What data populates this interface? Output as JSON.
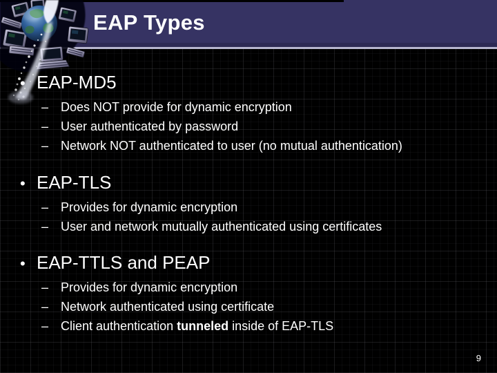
{
  "slide": {
    "title": "EAP Types",
    "page_number": "9",
    "bullet_char": "•",
    "dash_char": "–",
    "palette": {
      "background": "#000000",
      "header_bg": "#363363",
      "header_underline": "#b8b7cf",
      "text": "#ffffff",
      "grid_line": "#1c1c20"
    },
    "graphic": {
      "name": "computers-globe-stream",
      "description": "Montage of networked computers encircling a globe with a white data stream pouring through"
    },
    "sections": [
      {
        "heading": "EAP-MD5",
        "items": [
          "Does NOT provide for dynamic encryption",
          "User authenticated by password",
          "Network NOT authenticated to user (no mutual authentication)"
        ]
      },
      {
        "heading": "EAP-TLS",
        "items": [
          "Provides for dynamic encryption",
          "User and network mutually authenticated using certificates"
        ]
      },
      {
        "heading": "EAP-TTLS and PEAP",
        "items": [
          "Provides for dynamic encryption",
          "Network authenticated using certificate",
          {
            "pre": "Client authentication ",
            "bold": "tunneled",
            "post": " inside of EAP-TLS"
          }
        ]
      }
    ]
  }
}
